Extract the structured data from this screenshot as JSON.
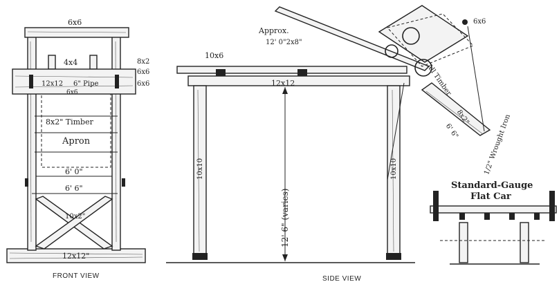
{
  "front_view": {
    "caption": "FRONT VIEW",
    "labels": {
      "top_beam": "6x6",
      "top_block": "4x4",
      "side_8x2": "8x2",
      "side_6x6_a": "6x6",
      "side_6x6_b": "6x6",
      "cap_12x12": "12x12",
      "pipe": "6\" Pipe",
      "sub_6x6": "6x6",
      "timber": "8x2\"  Timber",
      "apron": "Apron",
      "width_inner": "6' 0\"",
      "width_outer": "6' 6\"",
      "brace": "10x2\"",
      "sill": "12x12\""
    }
  },
  "side_view": {
    "caption": "SIDE VIEW",
    "labels": {
      "deck": "10x6",
      "cap": "12x12",
      "post_left": "10x10",
      "post_right": "10x10",
      "height": "12' 6\"  (varies)",
      "approx": "Approx.",
      "lever": "12' 0\"2x8\"",
      "pivot": "6x6",
      "all_timber": "All Timber",
      "apron_8x2": "8x2\"",
      "apron_len": "6' 6\"",
      "wrought": "1/2\" Wrought Iron"
    }
  },
  "flat_car": {
    "title_line1": "Standard-Gauge",
    "title_line2": "Flat Car"
  }
}
